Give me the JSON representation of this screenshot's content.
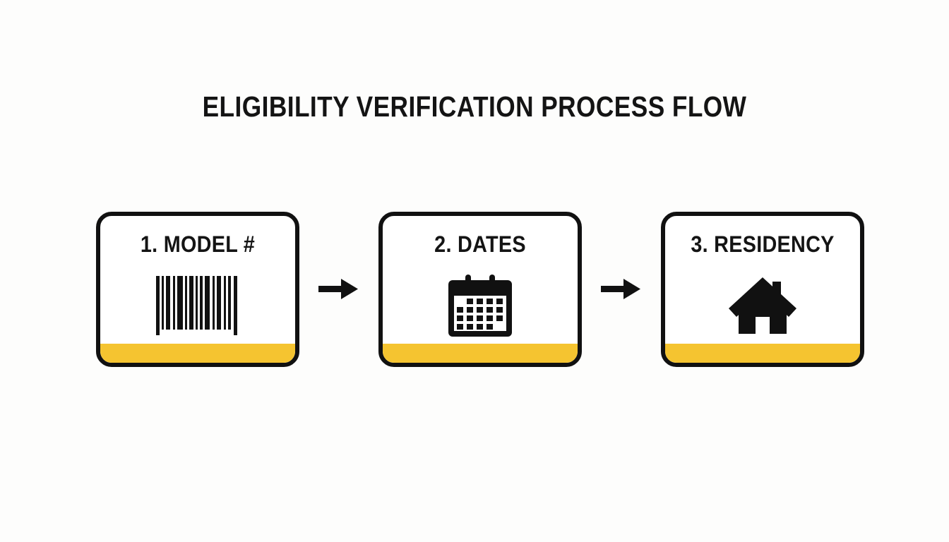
{
  "page": {
    "background_color": "#fdfdfc",
    "title": "ELIGIBILITY VERIFICATION PROCESS FLOW"
  },
  "theme": {
    "accent_color": "#f5c430",
    "ink_color": "#141414",
    "border_color": "#111111",
    "card_background": "#ffffff"
  },
  "flow": {
    "steps": [
      {
        "label": "1. MODEL #",
        "icon": "barcode-icon",
        "icon_name": "barcode",
        "footer_color": "#f5c430"
      },
      {
        "label": "2. DATES",
        "icon": "calendar-icon",
        "icon_name": "calendar",
        "footer_color": "#f5c430"
      },
      {
        "label": "3. RESIDENCY",
        "icon": "house-icon",
        "icon_name": "house",
        "footer_color": "#f5c430"
      }
    ],
    "connectors": [
      {
        "icon": "arrow-right-icon"
      },
      {
        "icon": "arrow-right-icon"
      }
    ]
  }
}
